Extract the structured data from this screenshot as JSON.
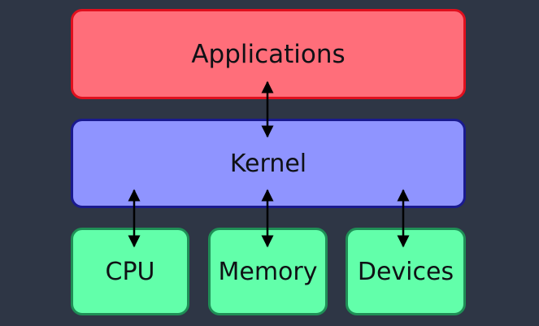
{
  "diagram": {
    "layers": {
      "applications": "Applications",
      "kernel": "Kernel",
      "hardware": [
        "CPU",
        "Memory",
        "Devices"
      ]
    },
    "colors": {
      "background": "#2e3645",
      "applications_fill": "#ff6e7a",
      "applications_border": "#e0101e",
      "kernel_fill": "#8f94ff",
      "kernel_border": "#1a1a8f",
      "hardware_fill": "#62ffaa",
      "hardware_border": "#1f8f56",
      "arrow": "#000000"
    },
    "connections": [
      {
        "from": "applications",
        "to": "kernel",
        "direction": "bidirectional"
      },
      {
        "from": "kernel",
        "to": "cpu",
        "direction": "bidirectional"
      },
      {
        "from": "kernel",
        "to": "memory",
        "direction": "bidirectional"
      },
      {
        "from": "kernel",
        "to": "devices",
        "direction": "bidirectional"
      }
    ]
  }
}
